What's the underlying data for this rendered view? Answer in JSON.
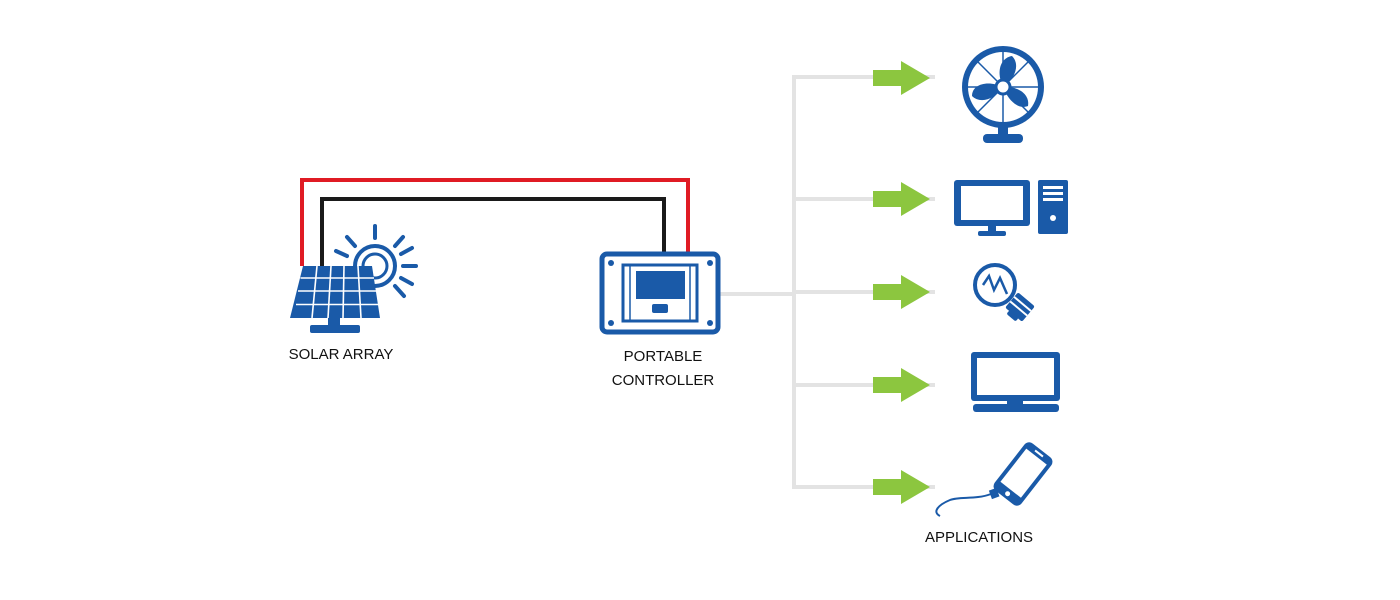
{
  "colors": {
    "background": "#ffffff",
    "icon_blue": "#1a5aa8",
    "wire_red": "#e01b24",
    "wire_black": "#1a1a1a",
    "branch_gray": "#e3e3e3",
    "arrow_green": "#8cc63f"
  },
  "nodes": {
    "solar": {
      "label": "SOLAR ARRAY",
      "icon": "solar-panel-icon"
    },
    "controller": {
      "label_line1": "PORTABLE",
      "label_line2": "CONTROLLER",
      "icon": "charge-controller-icon"
    },
    "applications": {
      "label": "APPLICATIONS",
      "devices": [
        "fan-icon",
        "desktop-computer-icon",
        "light-bulb-icon",
        "monitor-icon",
        "smartphone-icon"
      ]
    }
  }
}
